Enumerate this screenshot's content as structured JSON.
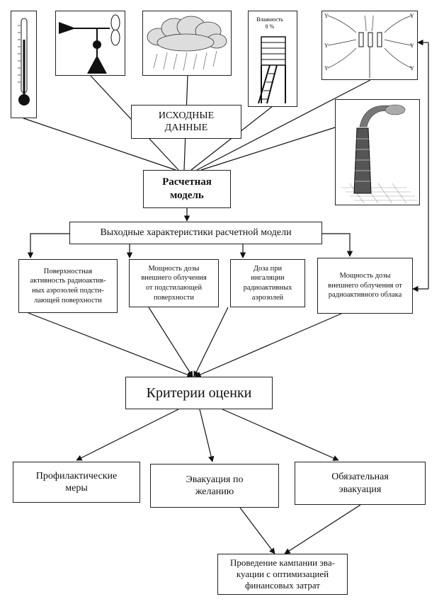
{
  "nodes": {
    "initial_data": "ИСХОДНЫЕ\nДАННЫЕ",
    "calc_model": "Расчетная\nмодель",
    "outputs": "Выходные характеристики расчетной модели",
    "out_surface_activity": "Поверхностная\nактивность радиоактив-\nных аэрозолей подсти-\nлающей поверхности",
    "out_surface_dose": "Мощность дозы\nвнешнего облучения\nот подстилающей\nповерхности",
    "out_inhalation": "Доза при\nингаляции\nрадиоактивных\nаэрозолей",
    "out_cloud_dose": "Мощность дозы\nвнешнего облучения от\nрадиоактивного облака",
    "criteria": "Критерии оценки",
    "prophylactic": "Профилактические\nмеры",
    "voluntary_evac": "Эвакуация по\nжеланию",
    "mandatory_evac": "Обязательная\nэвакуация",
    "campaign": "Проведение кампании эва-\nкуации с оптимизацией\nфинансовых затрат"
  },
  "icons": {
    "thermometer": "thermometer-icon",
    "wind_vane": "wind-vane-icon",
    "rain_cloud": "rain-cloud-icon",
    "humidity_shelter": "humidity-shelter-icon",
    "wind_field": "wind-field-icon",
    "smokestack": "smokestack-plume-icon"
  },
  "humidity_label": "Влажность\n0 %",
  "wind_field_marks": [
    "Y",
    "Y",
    "Y",
    "Y",
    "Y",
    "Y"
  ]
}
